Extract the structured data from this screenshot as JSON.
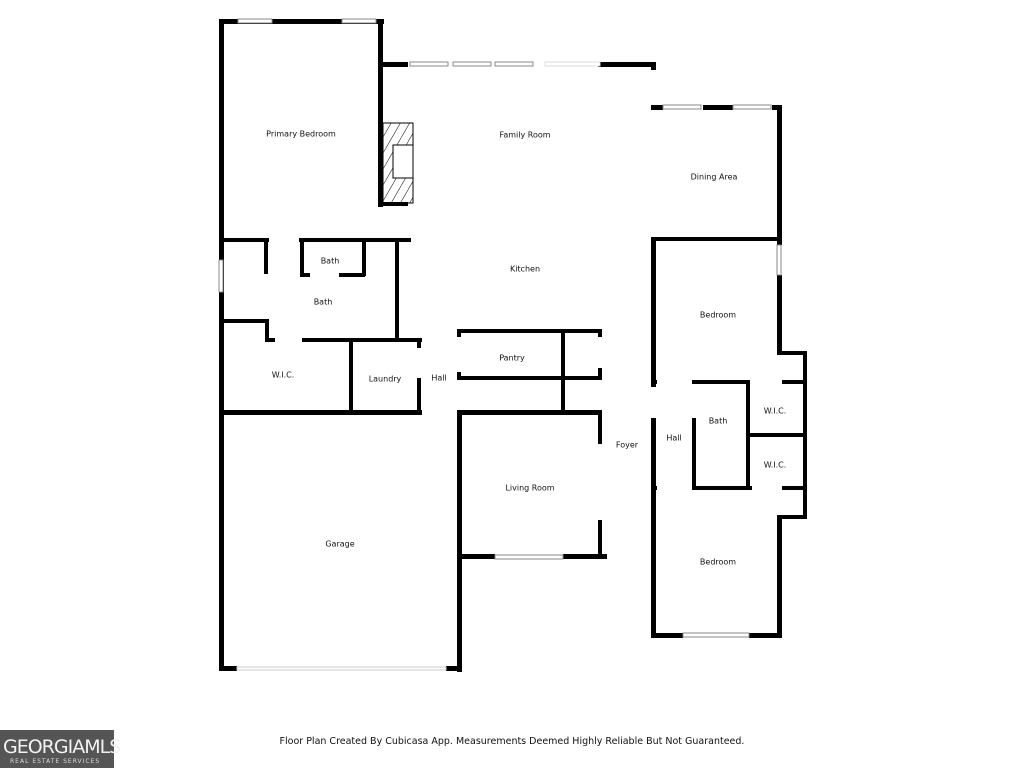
{
  "rooms": {
    "primary_bedroom": "Primary Bedroom",
    "family_room": "Family Room",
    "dining_area": "Dining Area",
    "kitchen": "Kitchen",
    "bath_small": "Bath",
    "bath_main": "Bath",
    "wic_primary": "W.I.C.",
    "laundry": "Laundry",
    "hall_center": "Hall",
    "pantry": "Pantry",
    "foyer": "Foyer",
    "living_room": "Living Room",
    "garage": "Garage",
    "bedroom_upper": "Bedroom",
    "bedroom_lower": "Bedroom",
    "hall_right": "Hall",
    "bath_right": "Bath",
    "wic_right_1": "W.I.C.",
    "wic_right_2": "W.I.C."
  },
  "footer": {
    "disclaimer": "Floor Plan Created By Cubicasa App. Measurements Deemed Highly Reliable But Not Guaranteed."
  },
  "logo": {
    "main": "GEORGIAMLS",
    "sub": "REAL ESTATE SERVICES",
    "background": "#555555"
  }
}
